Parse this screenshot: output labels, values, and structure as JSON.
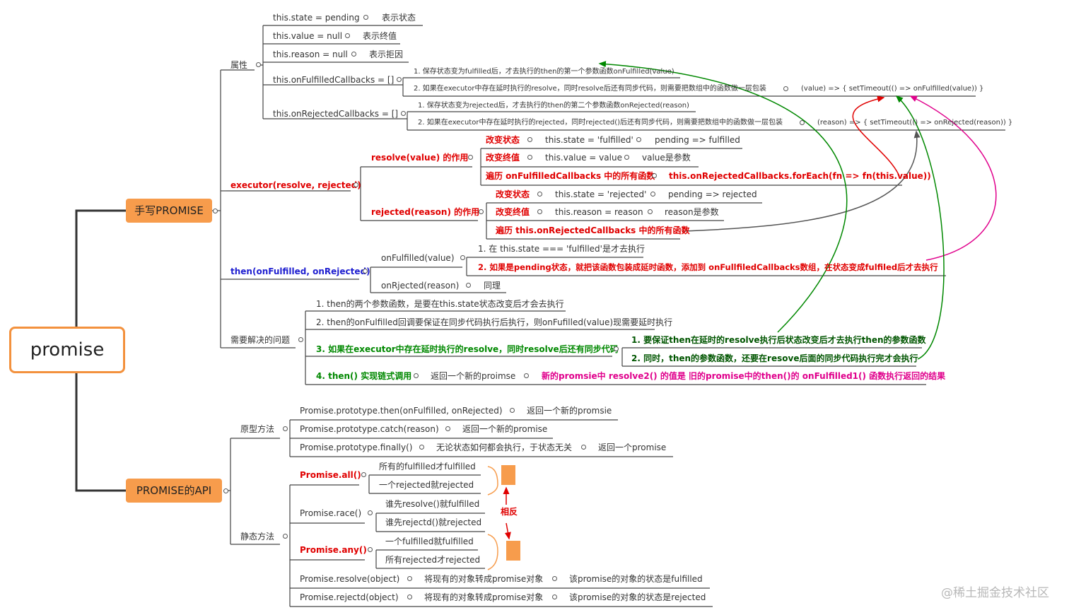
{
  "root": "promise",
  "branch1": {
    "label": "手写PROMISE",
    "props": {
      "label": "属性",
      "state": "this.state = pending",
      "state_note": "表示状态",
      "value": "this.value = null",
      "value_note": "表示终值",
      "reason": "this.reason = null",
      "reason_note": "表示拒因",
      "fcb": "this.onFulfilledCallbacks = []",
      "fcb_1": "1. 保存状态变为fulfilled后，才去执行的then的第一个参数函数onFulfilled(value)",
      "fcb_2": "2. 如果在executor中存在延时执行的resolve，同时resolve后还有同步代码，则需要把数组中的函数做一层包装",
      "fcb_2b": "(value) => { setTimeout(() => onFulfilled(value)) }",
      "rcb": "this.onRejectedCallbacks = []",
      "rcb_1": "1. 保存状态变为rejected后，才去执行的then的第二个参数函数onRejected(reason)",
      "rcb_2": "2. 如果在executor中存在延时执行的rejected，同时rejected()后还有同步代码，则需要把数组中的函数做一层包装",
      "rcb_2b": "(reason) => { setTimeout(() => onRejected(reason)) }"
    },
    "executor": {
      "label": "executor(resolve, rejected)",
      "resolve": "resolve(value) 的作用",
      "r1": "改变状态",
      "r1a": "this.state = 'fulfilled'",
      "r1b": "pending => fulfilled",
      "r2": "改变终值",
      "r2a": "this.value = value",
      "r2b": "value是参数",
      "r3": "遍历 onFulfilledCallbacks 中的所有函数",
      "r3a": "this.onRejectedCallbacks.forEach(fn => fn(this.value))",
      "rejected": "rejected(reason) 的作用",
      "j1": "改变状态",
      "j1a": "this.state = 'rejected'",
      "j1b": "pending => rejected",
      "j2": "改变终值",
      "j2a": "this.reason = reason",
      "j2b": "reason是参数",
      "j3": "遍历 this.onRejectedCallbacks 中的所有函数"
    },
    "then": {
      "label": "then(onFulfilled, onRejected)",
      "onf": "onFulfilled(value)",
      "onf1": "1. 在 this.state === 'fulfilled'是才去执行",
      "onf2": "2. 如果是pending状态，就把该函数包装成延时函数，添加到 onFullfiledCallbacks数组，在状态变成fulfiled后才去执行",
      "onr": "onRjected(reason)",
      "onr_note": "同理"
    },
    "issues": {
      "label": "需要解决的问题",
      "i1": "1. then的两个参数函数，是要在this.state状态改变后才会去执行",
      "i2": "2. then的onFulfilled回调要保证在同步代码执行后执行，则onFufilled(value)现需要延时执行",
      "i3": "3. 如果在executor中存在延时执行的resolve，同时resolve后还有同步代码",
      "i3a": "1. 要保证then在延时的resolve执行后状态改变后才去执行then的参数函数",
      "i3b": "2. 同时，then的参数函数，还要在resove后面的同步代码执行完才会执行",
      "i4": "4. then() 实现链式调用",
      "i4a": "返回一个新的proimse",
      "i4b": "新的promsie中 resolve2() 的值是 旧的promise中的then()的 onFulfilled1() 函数执行返回的结果"
    }
  },
  "branch2": {
    "label": "PROMISE的API",
    "proto": {
      "label": "原型方法",
      "then": "Promise.prototype.then(onFulfilled, onRejected)",
      "then_note": "返回一个新的promsie",
      "catch": "Promise.prototype.catch(reason)",
      "catch_note": "返回一个新的promise",
      "finally": "Promise.prototype.finally()",
      "finally_note": "无论状态如何都会执行，于状态无关",
      "finally_note2": "返回一个promise"
    },
    "static": {
      "label": "静态方法",
      "all": "Promise.all()",
      "all1": "所有的fulfilled才fulfilled",
      "all2": "一个rejected就rejected",
      "race": "Promise.race()",
      "race1": "谁先resolve()就fulfilled",
      "race2": "谁先rejectd()就rejected",
      "any": "Promise.any()",
      "any1": "一个fulfilled就fulfilled",
      "any2": "所有rejected才rejected",
      "opposite": "相反",
      "resolve": "Promise.resolve(object)",
      "resolve1": "将现有的对象转成promise对象",
      "resolve2": "该promise的对象的状态是fulfilled",
      "rejectd": "Promise.rejectd(object)",
      "rejectd1": "将现有的对象转成promise对象",
      "rejectd2": "该promise的对象的状态是rejected"
    }
  },
  "watermark": "@稀土掘金技术社区",
  "colors": {
    "orange": "#f79c4c",
    "red": "#e00000",
    "green": "#008800",
    "magenta": "#e0008c",
    "blue": "#1f1fd0",
    "gray": "#555555"
  }
}
